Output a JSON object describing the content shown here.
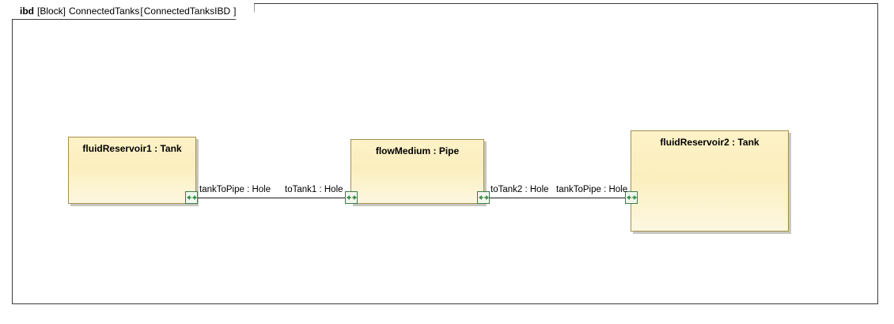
{
  "frame": {
    "header": {
      "keyword": "ibd",
      "stereotype": "[Block]",
      "block_name": "ConnectedTanks",
      "open_bracket": "[",
      "diagram_name": "ConnectedTanksIBD",
      "close_bracket": "]"
    }
  },
  "palette": {
    "part_border": "#a58f4d",
    "part_fill_top": "#fdf2c8",
    "part_fill_bottom": "#fdf7e0",
    "port_border": "#3c7a4c",
    "port_arrow": "#3f8b4f",
    "connector_line": "#1c1c1c",
    "frame_border": "#3b3b3b",
    "text": "#000000"
  },
  "parts": [
    {
      "id": "fluidReservoir1",
      "name": "fluidReservoir1 : Tank",
      "ports": [
        {
          "id": "tankToPipe1",
          "name": "tankToPipe : Hole",
          "icon": "proxy-port-bidirectional-icon",
          "side": "right"
        }
      ]
    },
    {
      "id": "flowMedium",
      "name": "flowMedium : Pipe",
      "ports": [
        {
          "id": "toTank1",
          "name": "toTank1 : Hole",
          "icon": "proxy-port-bidirectional-icon",
          "side": "left"
        },
        {
          "id": "toTank2",
          "name": "toTank2 : Hole",
          "icon": "proxy-port-bidirectional-icon",
          "side": "right"
        }
      ]
    },
    {
      "id": "fluidReservoir2",
      "name": "fluidReservoir2 : Tank",
      "ports": [
        {
          "id": "tankToPipe2",
          "name": "tankToPipe : Hole",
          "icon": "proxy-port-bidirectional-icon",
          "side": "left"
        }
      ]
    }
  ],
  "connectors": [
    {
      "id": "connector-1",
      "from": "tankToPipe1",
      "to": "toTank1"
    },
    {
      "id": "connector-2",
      "from": "toTank2",
      "to": "tankToPipe2"
    }
  ]
}
